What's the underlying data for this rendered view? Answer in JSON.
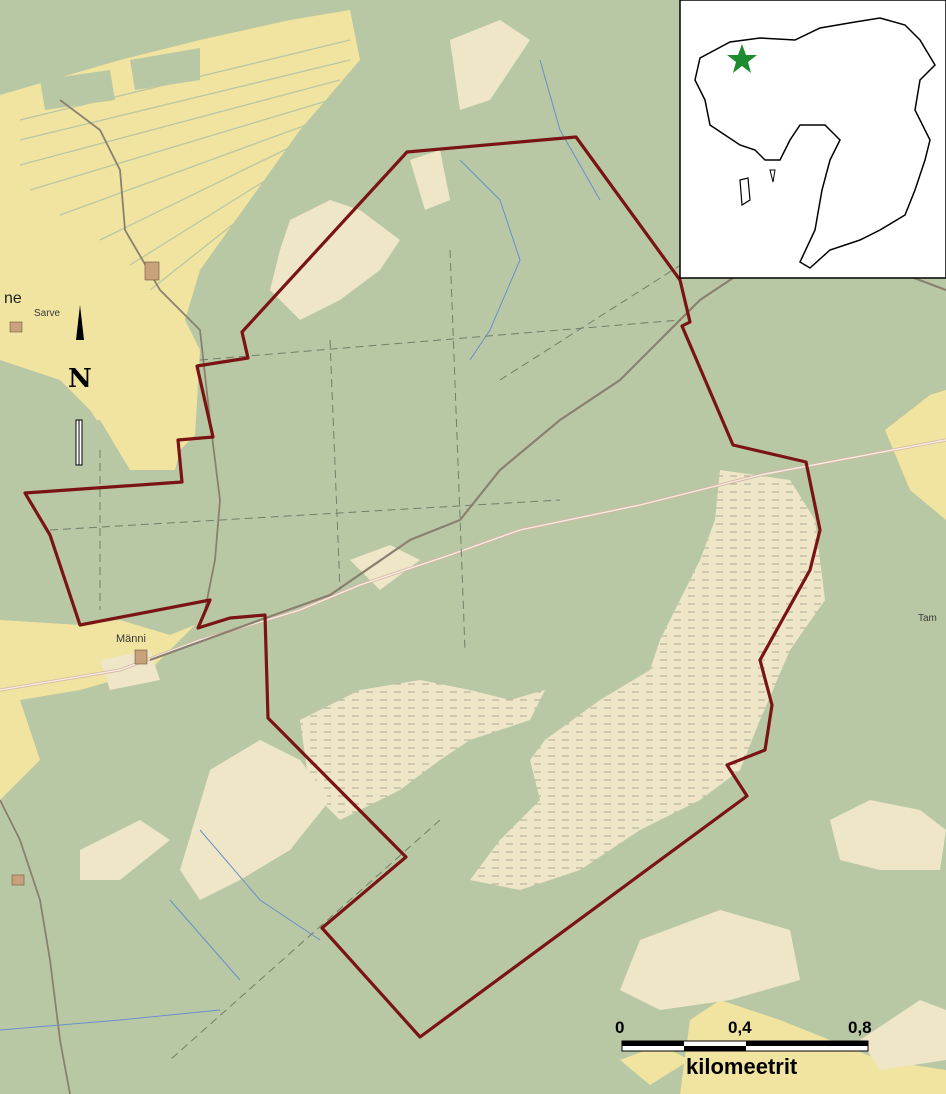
{
  "place_labels": {
    "sarve": "Sarve",
    "manni": "Männi",
    "ne_fragment": "ne",
    "tam_fragment": "Tam"
  },
  "north_arrow": {
    "letter": "N"
  },
  "scale_bar": {
    "tick_0": "0",
    "tick_1": "0,4",
    "tick_2": "0,8",
    "unit": "kilomeetrit"
  },
  "inset": {
    "marker": "green-star-icon",
    "marker_color": "#1e8c2e"
  },
  "colors": {
    "forest": "#b9c8a4",
    "field": "#f1e3a0",
    "bog": "#efe6c8",
    "boundary": "#7a1414",
    "water": "#6a8fc9"
  }
}
